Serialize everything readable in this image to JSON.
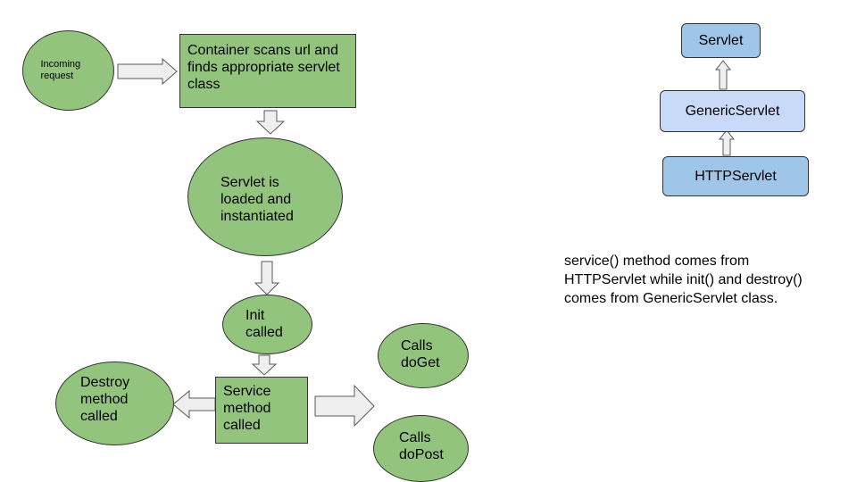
{
  "flow": {
    "incoming_request": "Incoming request",
    "container_scans": "Container scans url and finds appropriate servlet class",
    "servlet_loaded": "Servlet is loaded and instantiated",
    "init_called": "Init called",
    "service_called": "Service method called",
    "destroy_called": "Destroy method called",
    "calls_doget": "Calls doGet",
    "calls_dopost": "Calls doPost"
  },
  "hierarchy": {
    "servlet": "Servlet",
    "generic_servlet": "GenericServlet",
    "http_servlet": "HTTPServlet"
  },
  "note": "service() method comes from HTTPServlet while init() and destroy() comes from GenericServlet class.",
  "colors": {
    "node_green": "#93c47d",
    "node_blue": "#9fc5e8",
    "node_blue_light": "#c9daf8",
    "arrow_fill": "#efefef",
    "outline": "#333333"
  }
}
